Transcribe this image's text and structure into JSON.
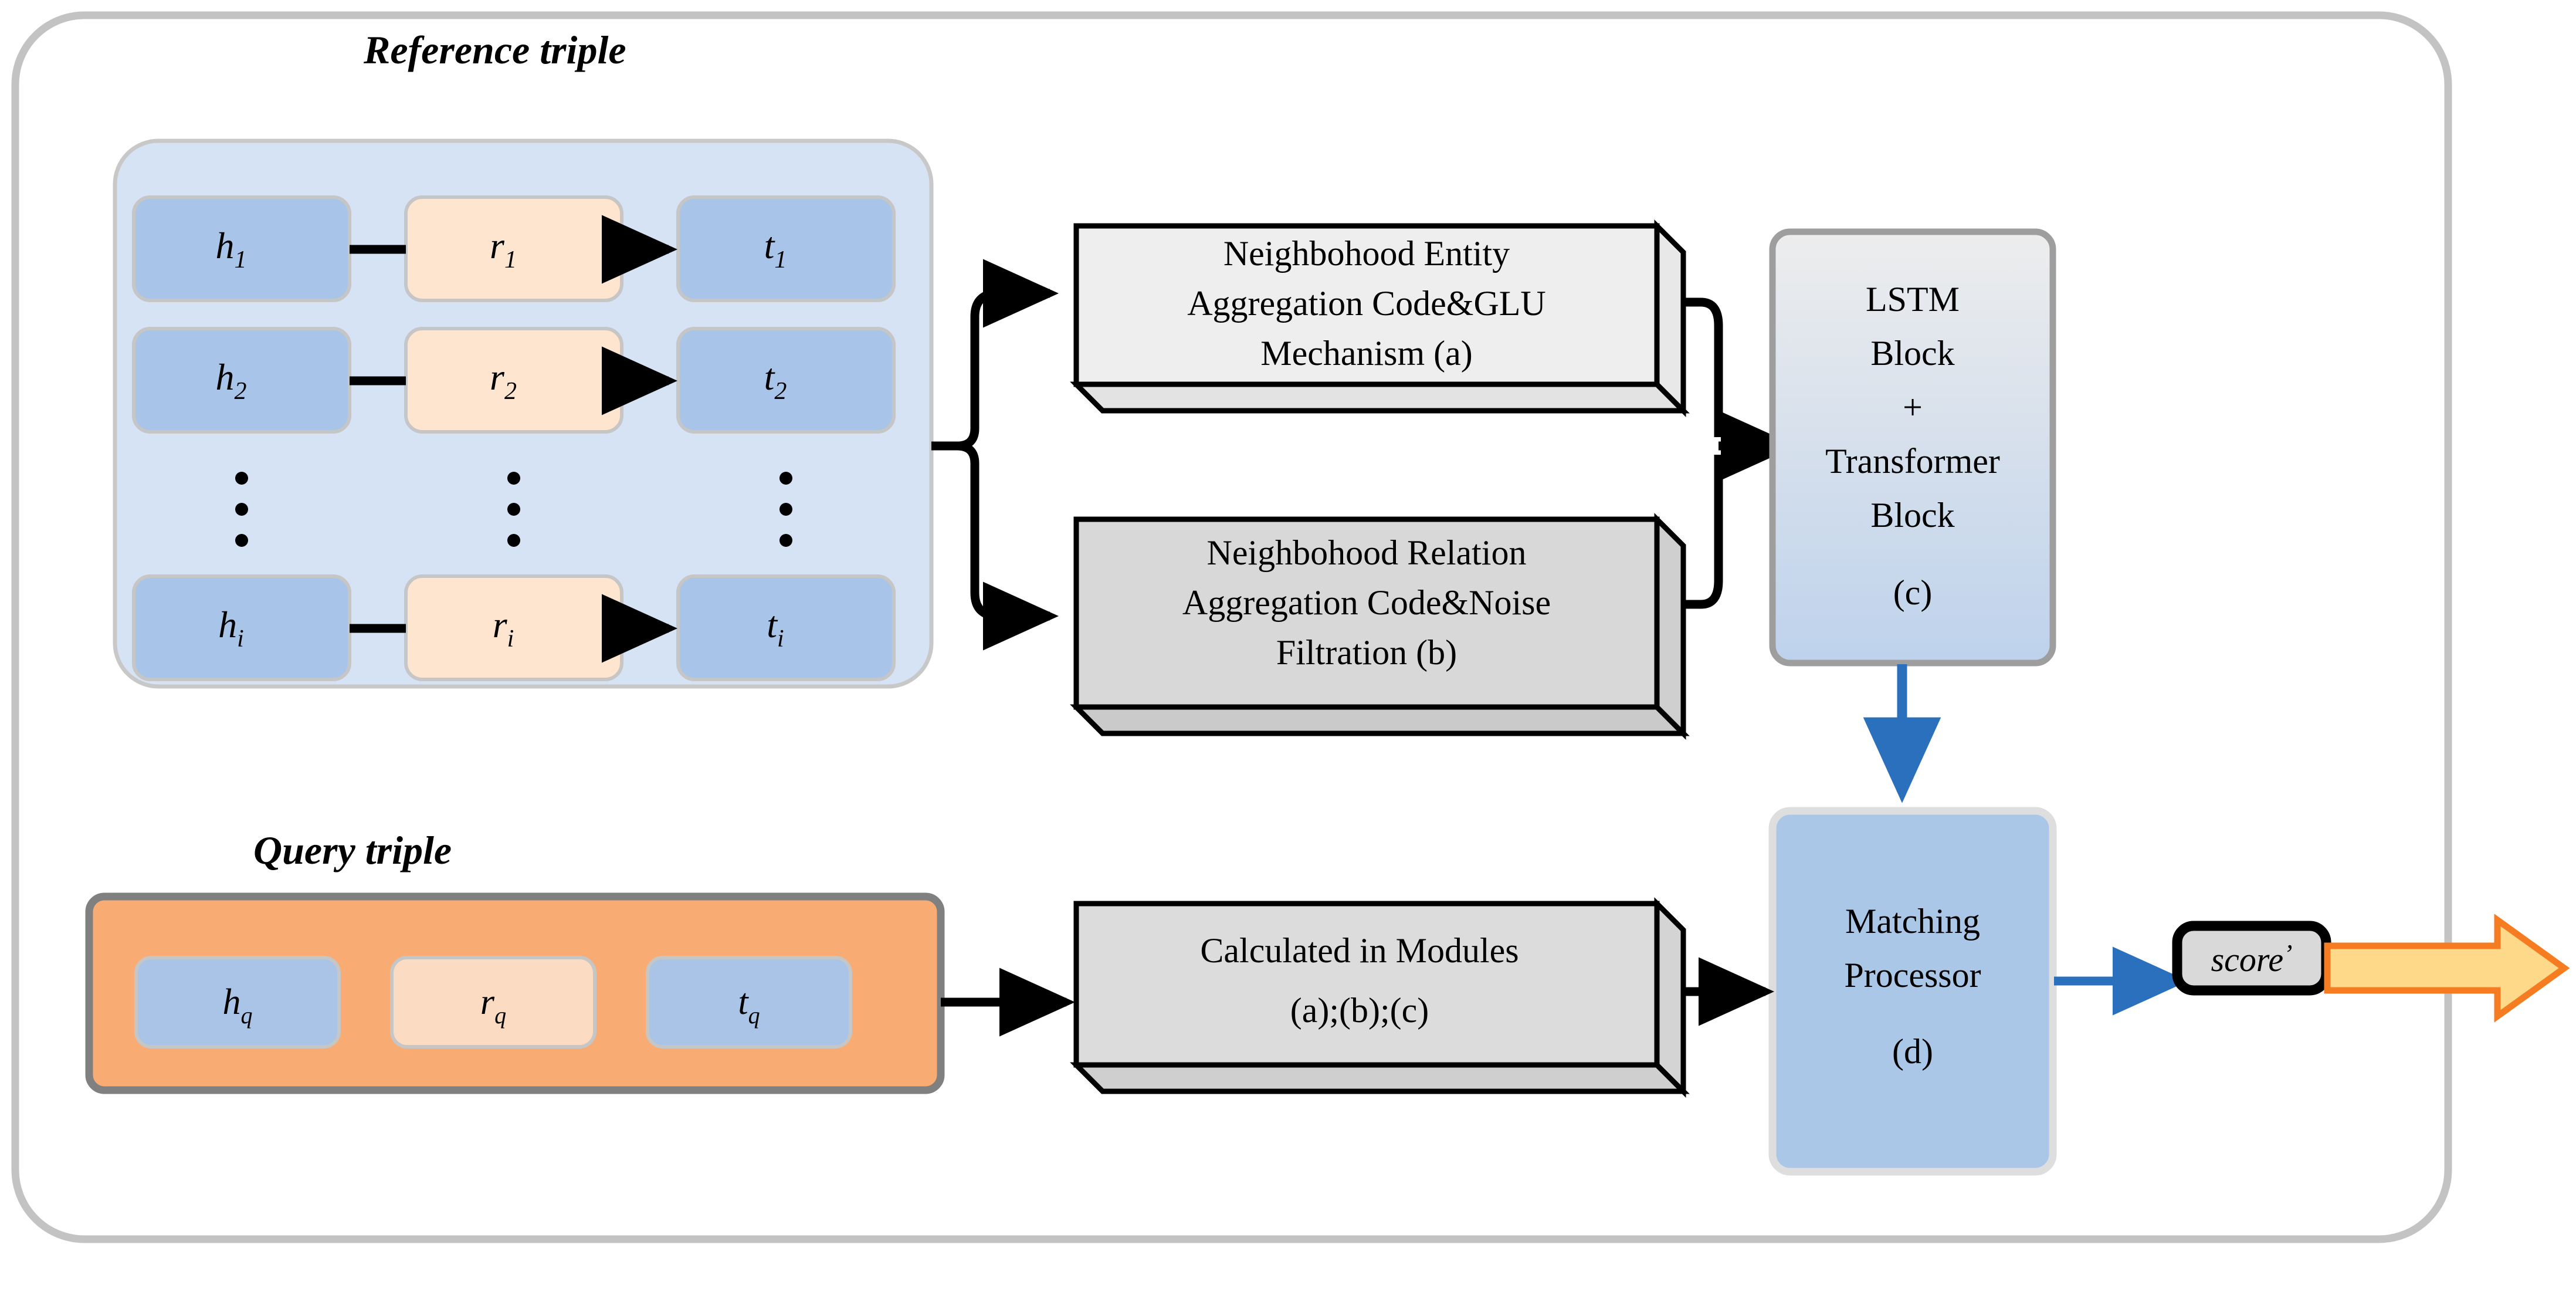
{
  "diagram": {
    "title_reference": "Reference triple",
    "title_query": "Query triple",
    "outer_boundary_color": "#c3c3c3",
    "reference_panel_color": "#d6e3f5",
    "query_panel_color": "#f9ab74",
    "entity_color": "#a8c4e8",
    "relation_color": "#fde5d0",
    "module_a_color": "#eeeeee",
    "module_b_color": "#d8d8d8",
    "module_calc_color": "#dcdcdc",
    "lstm_gradient_top": "#ededed",
    "lstm_gradient_bottom": "#bed2ec",
    "matching_color": "#aac7e8",
    "score_color": "#d9d9d9",
    "blue_arrow_color": "#2a70bd",
    "out_arrow_fill": "#ffd98a",
    "out_arrow_stroke": "#f57c20"
  },
  "reference_rows": [
    {
      "head": "h",
      "head_sub": "1",
      "relation": "r",
      "relation_sub": "1",
      "tail": "t",
      "tail_sub": "1"
    },
    {
      "head": "h",
      "head_sub": "2",
      "relation": "r",
      "relation_sub": "2",
      "tail": "t",
      "tail_sub": "2"
    },
    {
      "head": "h",
      "head_sub": "i",
      "relation": "r",
      "relation_sub": "i",
      "tail": "t",
      "tail_sub": "i"
    }
  ],
  "ellipsis": {
    "glyph": "·",
    "count": 3
  },
  "query_row": {
    "head": "h",
    "head_sub": "q",
    "relation": "r",
    "relation_sub": "q",
    "tail": "t",
    "tail_sub": "q"
  },
  "modules": {
    "a": {
      "line1": "Neighbohood Entity",
      "line2": "Aggregation Code&GLU",
      "line3": "Mechanism  (a)",
      "tag": "(a)"
    },
    "b": {
      "line1": "Neighbohood Relation",
      "line2": "Aggregation Code&Noise",
      "line3": "Filtration  (b)",
      "tag": "(b)"
    },
    "c": {
      "line1": "LSTM",
      "line2": "Block",
      "line3": "+",
      "line4": "Transformer",
      "line5": "Block",
      "tag": "(c)"
    },
    "d": {
      "line1": "Matching",
      "line2": "Processor",
      "tag": "(d)"
    },
    "calc": {
      "line1": "Calculated in Modules",
      "line2": "(a);(b);(c)"
    }
  },
  "output": {
    "score_label": "score",
    "score_prime": "’"
  }
}
